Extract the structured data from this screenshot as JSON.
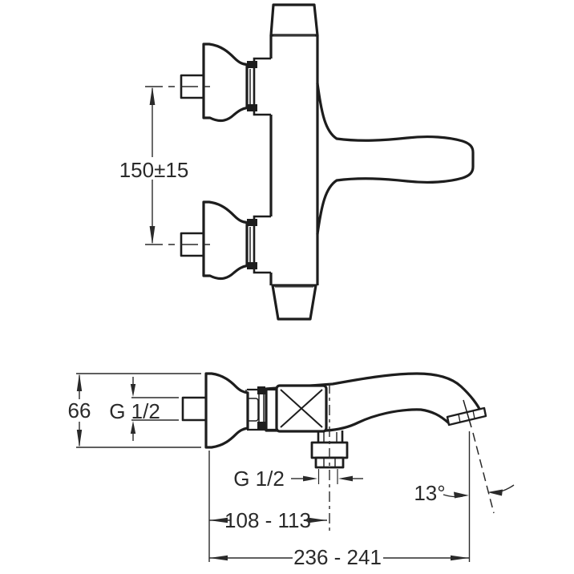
{
  "drawing": {
    "type": "technical-drawing",
    "subject": "Wall-mounted two-handle bath/shower mixer tap, front view and side view with dimensions",
    "background_color": "#ffffff",
    "line_color": "#1d1d1d",
    "dimension_color": "#2a2a2a",
    "labels": {
      "handle_spacing": "150±15",
      "body_height": "66",
      "handle_inlet_thread": "G 1/2",
      "bottom_outlet_thread": "G 1/2",
      "outlet_offset": "108 - 113",
      "spout_reach": "236 - 241",
      "spout_angle": "13°"
    }
  }
}
